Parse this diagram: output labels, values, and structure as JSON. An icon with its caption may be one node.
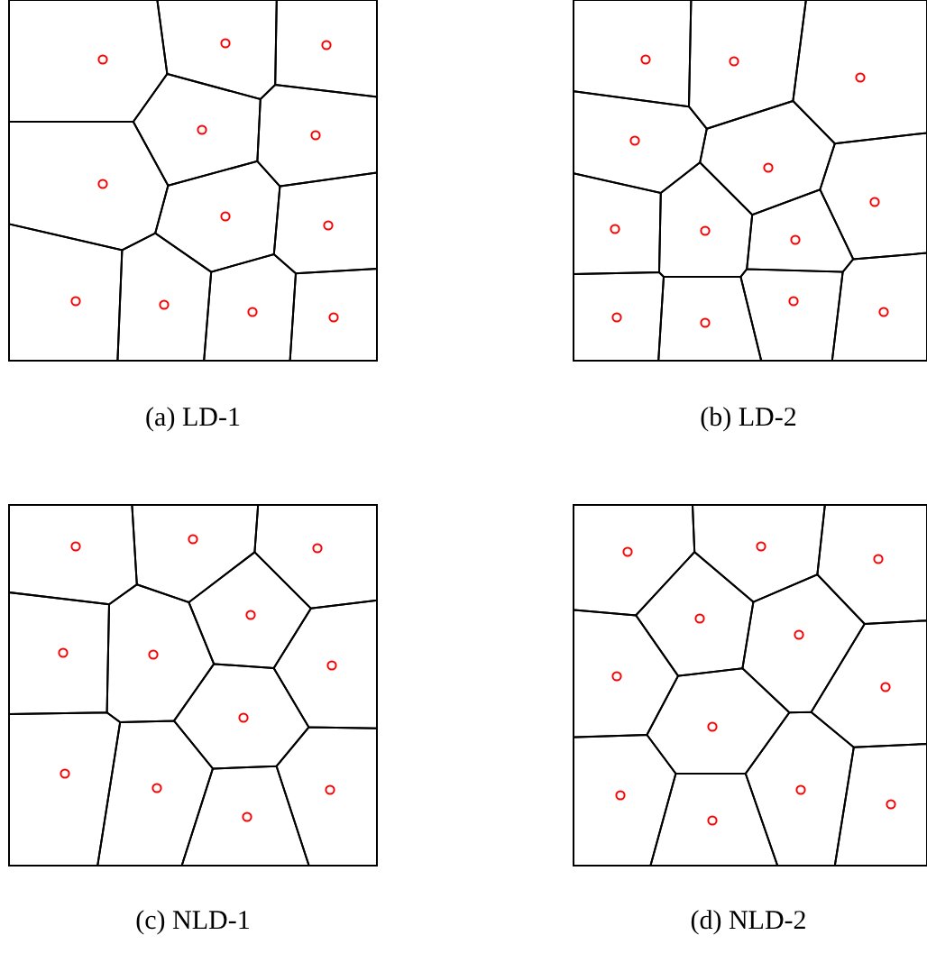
{
  "diagram": {
    "labels": [
      "(a) LD-1",
      "(b) LD-2",
      "(c) NLD-1",
      "(d) NLD-2"
    ]
  }
}
